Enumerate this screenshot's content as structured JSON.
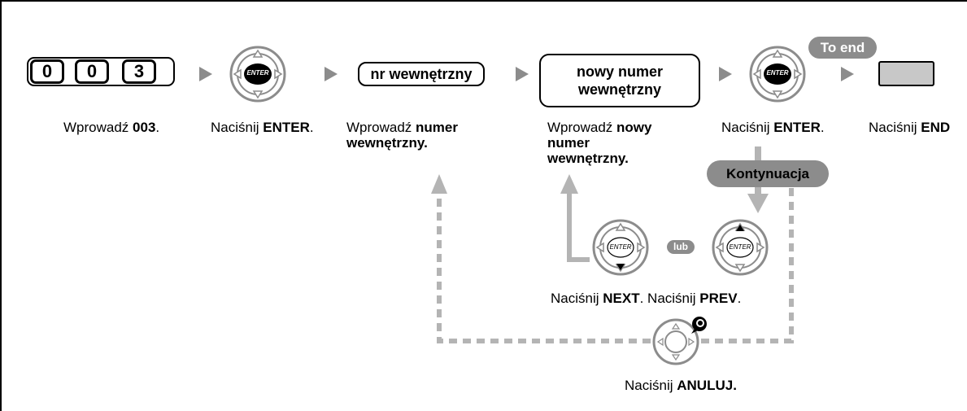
{
  "keys": [
    "0",
    "0",
    "3"
  ],
  "enter_text": "ENTER",
  "boxes": {
    "extension": "nr wewnętrzny",
    "new_line1": "nowy numer",
    "new_line2": "wewnętrzny"
  },
  "to_end": "To end",
  "continuation": "Kontynuacja",
  "or_text": "lub",
  "labels": {
    "step1_pre": "Wprowadź ",
    "step1_bold": "003",
    "step1_post": ".",
    "step2_pre": "Naciśnij ",
    "step2_bold": "ENTER",
    "step2_post": ".",
    "step3_pre": "Wprowadź ",
    "step3_bold1": "numer",
    "step3_bold2": "wewnętrzny.",
    "step4_pre": "Wprowadź ",
    "step4_bold1": "nowy",
    "step4_bold2": "numer",
    "step4_bold3": "wewnętrzny.",
    "step5_pre": "Naciśnij ",
    "step5_bold": "ENTER",
    "step5_post": ".",
    "step6_pre": "Naciśnij ",
    "step6_bold": "END",
    "next_pre": "Naciśnij ",
    "next_bold": "NEXT",
    "next_post": ".",
    "prev_pre": " Naciśnij ",
    "prev_bold": "PREV",
    "prev_post": ".",
    "cancel_pre": "Naciśnij ",
    "cancel_bold": "ANULUJ."
  },
  "colors": {
    "gray_arrow": "#8c8c8c",
    "light_arrow": "#b4b4b4",
    "dashed": "#b4b4b4",
    "pill": "#8c8c8c",
    "end_key": "#c8c8c8"
  }
}
